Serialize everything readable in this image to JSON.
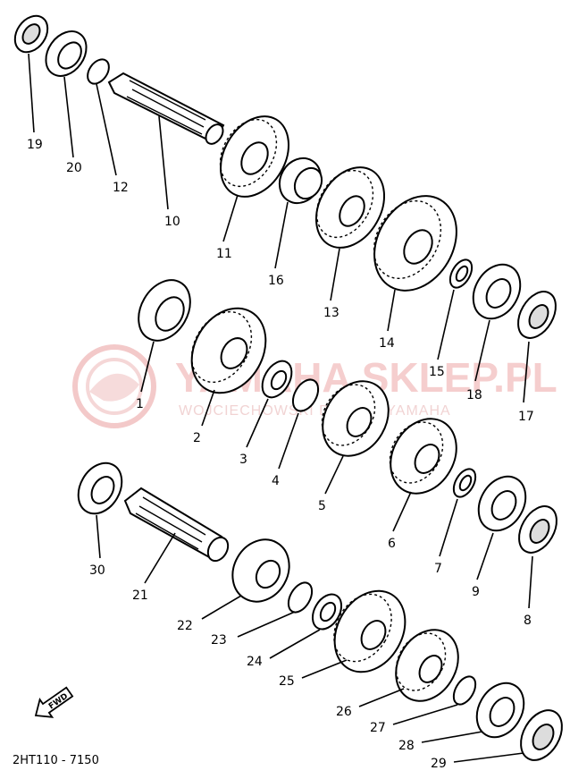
{
  "diagram": {
    "code_label": "2HT110 - 7150",
    "fwd_label": "FWD",
    "watermark": {
      "title": "YAMAHA SKLEP.PL",
      "subtitle": "WOJCIECHOWSKI DEALER YAMAHA"
    },
    "part_numbers": {
      "p1": "1",
      "p2": "2",
      "p3": "3",
      "p4": "4",
      "p5": "5",
      "p6": "6",
      "p7": "7",
      "p8": "8",
      "p9": "9",
      "p10": "10",
      "p11": "11",
      "p12": "12",
      "p13": "13",
      "p14": "14",
      "p15": "15",
      "p16": "16",
      "p17": "17",
      "p18": "18",
      "p19": "19",
      "p20": "20",
      "p21": "21",
      "p22": "22",
      "p23": "23",
      "p24": "24",
      "p25": "25",
      "p26": "26",
      "p27": "27",
      "p28": "28",
      "p29": "29",
      "p30": "30"
    }
  }
}
